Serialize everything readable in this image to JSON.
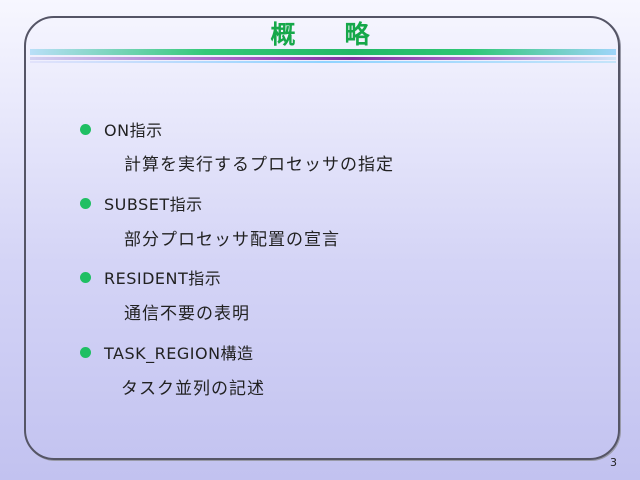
{
  "slide": {
    "title": "概　略",
    "page_number": "3",
    "items": [
      {
        "heading": "ON指示",
        "detail": "計算を実行するプロセッサの指定"
      },
      {
        "heading": "SUBSET指示",
        "detail": "部分プロセッサ配置の宣言"
      },
      {
        "heading": "RESIDENT指示",
        "detail": "通信不要の表明"
      },
      {
        "heading": "TASK_REGION構造",
        "detail": "タスク並列の記述"
      }
    ]
  },
  "colors": {
    "title": "#16a84a",
    "bullet": "#1fbf63",
    "frame": "#555566",
    "text": "#222222"
  }
}
